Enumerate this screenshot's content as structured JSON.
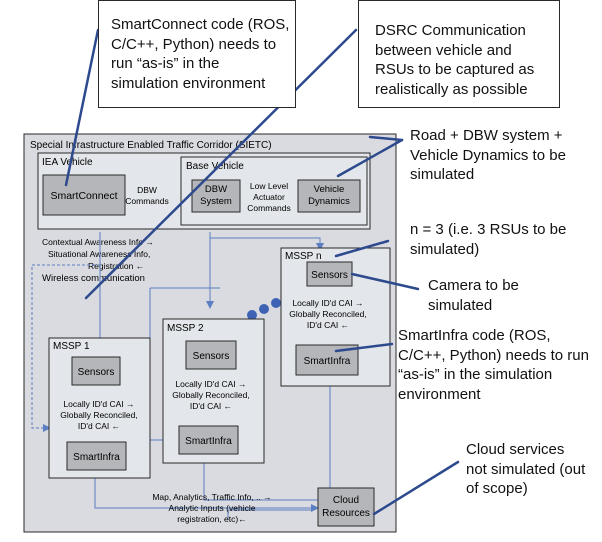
{
  "callouts": {
    "smartconnect_note": "SmartConnect code (ROS, C/C++, Python) needs to run “as-is” in the simulation environment",
    "dsrc_note": "DSRC Communication between vehicle and RSUs to be captured as realistically as possible",
    "road_dbw_note": "Road + DBW system + Vehicle Dynamics to be simulated",
    "rsu_note": "n = 3 (i.e. 3 RSUs to be simulated)",
    "camera_note": "Camera to be simulated",
    "smartinfra_note": "SmartInfra code (ROS, C/C++, Python) needs to run “as-is” in the simulation environment",
    "cloud_note": "Cloud services not simulated (out of scope)"
  },
  "diagram": {
    "corridor_title": "Special Infrastructure Enabled Traffic Corridor (SIETC)",
    "iea_vehicle_label": "IEA Vehicle",
    "smartconnect_label": "SmartConnect",
    "dbw_commands_label": "DBW Commands",
    "base_vehicle_label": "Base Vehicle",
    "dbw_system_label": "DBW System",
    "actuator_commands_label": "Low Level Actuator Commands",
    "vehicle_dynamics_label": "Vehicle Dynamics",
    "contextual_info_label": "Contextual Awareness Info →",
    "situational_info_label": "Situational Awareness Info,",
    "registration_label": "Registration ←",
    "wireless_label": "Wireless communication",
    "mssp1_label": "MSSP 1",
    "mssp2_label": "MSSP 2",
    "msspn_label": "MSSP n",
    "sensors_label": "Sensors",
    "smartinfra_label": "SmartInfra",
    "cai_line1": "Locally ID'd CAI →",
    "cai_line2": "Globally Reconciled,",
    "cai_line3": "ID'd CAI ←",
    "cloud_label": "Cloud Resources",
    "cloud_link_line1": "Map, Analytics, Traffic Info, .. →",
    "cloud_link_line2": "Analytic Inputs  (vehicle",
    "cloud_link_line3": "registration, etc)←"
  },
  "colors": {
    "corridor_fill": "#d9dbe0",
    "box_fill": "#e3e6ea",
    "component_fill": "#b4b6b9",
    "connector_blue": "#5b7fc2",
    "dot_fill": "#3f63b4",
    "callout_line": "#2e4a8e"
  }
}
